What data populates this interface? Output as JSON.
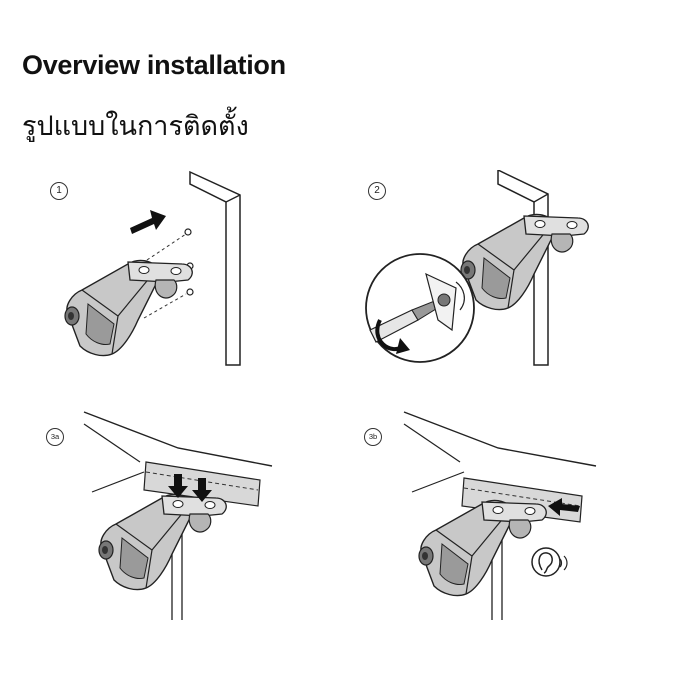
{
  "header": {
    "title": "Overview installation",
    "subtitle": "รูปแบบในการติดตั้ง"
  },
  "steps": [
    {
      "label": "1",
      "icons": [
        "arrow-right-icon",
        "screw-icon"
      ]
    },
    {
      "label": "2",
      "icons": [
        "screwdriver-icon",
        "rotate-arrow-icon"
      ]
    },
    {
      "label": "3a",
      "icons": [
        "arrow-down-icon"
      ]
    },
    {
      "label": "3b",
      "icons": [
        "arrow-left-icon",
        "ear-click-icon"
      ]
    }
  ],
  "colors": {
    "line": "#222222",
    "fill_gray": "#c8c8c8",
    "fill_dark": "#777777",
    "panel": "#e6e6e6"
  }
}
